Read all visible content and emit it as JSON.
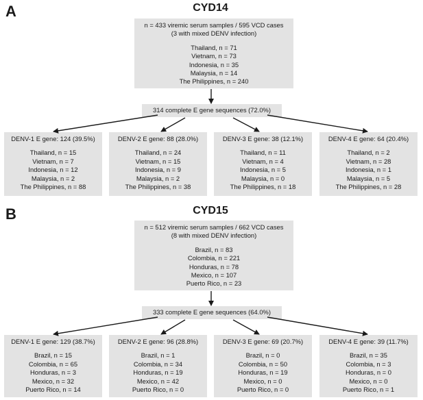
{
  "panels": [
    {
      "letter": "A",
      "title": "CYD14",
      "summary": {
        "line1": "n = 433 viremic serum samples / 595 VCD cases",
        "line2": "(3 with mixed DENV infection)",
        "countries": [
          "Thailand, n = 71",
          "Vietnam, n = 73",
          "Indonesia, n = 35",
          "Malaysia, n = 14",
          "The Philippines, n = 240"
        ]
      },
      "sequences": "314 complete E gene sequences (72.0%)",
      "serotypes": [
        {
          "header": "DENV-1 E gene: 124 (39.5%)",
          "rows": [
            "Thailand, n = 15",
            "Vietnam, n = 7",
            "Indonesia, n = 12",
            "Malaysia, n = 2",
            "The Philippines, n = 88"
          ]
        },
        {
          "header": "DENV-2 E gene: 88 (28.0%)",
          "rows": [
            "Thailand, n = 24",
            "Vietnam, n = 15",
            "Indonesia, n = 9",
            "Malaysia, n = 2",
            "The Philippines, n = 38"
          ]
        },
        {
          "header": "DENV-3 E gene: 38 (12.1%)",
          "rows": [
            "Thailand, n = 11",
            "Vietnam, n = 4",
            "Indonesia, n = 5",
            "Malaysia, n = 0",
            "The Philippines, n = 18"
          ]
        },
        {
          "header": "DENV-4 E gene: 64 (20.4%)",
          "rows": [
            "Thailand, n = 2",
            "Vietnam, n = 28",
            "Indonesia, n = 1",
            "Malaysia, n = 5",
            "The Philippines, n = 28"
          ]
        }
      ]
    },
    {
      "letter": "B",
      "title": "CYD15",
      "summary": {
        "line1": "n = 512 viremic serum samples / 662 VCD cases",
        "line2": "(8 with mixed DENV infection)",
        "countries": [
          "Brazil, n = 83",
          "Colombia, n = 221",
          "Honduras, n = 78",
          "Mexico, n = 107",
          "Puerto Rico, n = 23"
        ]
      },
      "sequences": "333 complete E gene sequences (64.0%)",
      "serotypes": [
        {
          "header": "DENV-1 E gene: 129 (38.7%)",
          "rows": [
            "Brazil, n = 15",
            "Colombia, n = 65",
            "Honduras, n = 3",
            "Mexico, n = 32",
            "Puerto Rico, n = 14"
          ]
        },
        {
          "header": "DENV-2 E gene: 96 (28.8%)",
          "rows": [
            "Brazil, n = 1",
            "Colombia, n = 34",
            "Honduras, n = 19",
            "Mexico, n = 42",
            "Puerto Rico, n = 0"
          ]
        },
        {
          "header": "DENV-3 E gene: 69 (20.7%)",
          "rows": [
            "Brazil, n = 0",
            "Colombia, n = 50",
            "Honduras, n = 19",
            "Mexico, n = 0",
            "Puerto Rico, n = 0"
          ]
        },
        {
          "header": "DENV-4 E gene: 39 (11.7%)",
          "rows": [
            "Brazil, n = 35",
            "Colombia, n = 3",
            "Honduras, n = 0",
            "Mexico, n = 0",
            "Puerto Rico, n = 1"
          ]
        }
      ]
    }
  ]
}
